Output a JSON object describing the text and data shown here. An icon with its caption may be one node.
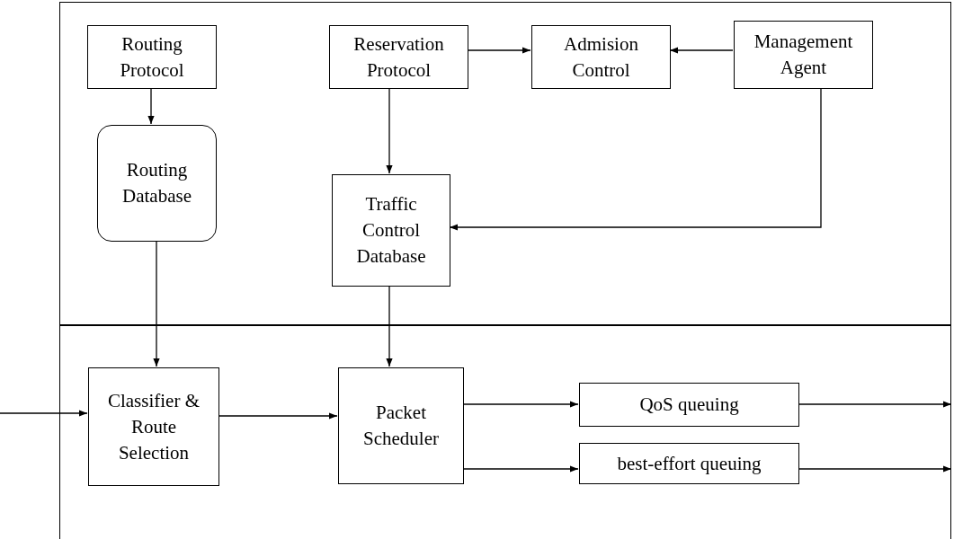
{
  "diagram": {
    "nodes": [
      {
        "text": [],
        "shape": "box"
      },
      {
        "text": [
          "Routing Protocol"
        ],
        "in": 0
      },
      {
        "text": [
          "Routing Database"
        ],
        "in": 0
      },
      {
        "text": [
          "Reservation Protocol"
        ],
        "in": 0
      },
      {
        "text": [
          "Admision Control"
        ],
        "in": 0
      },
      {
        "text": [
          "Management Agent"
        ],
        "in": 0
      },
      {
        "text": [
          "Traffic Control Database"
        ],
        "in": 0
      },
      {
        "text": [],
        "shape": "box"
      },
      {
        "text": [
          "Classifier & Route Selection"
        ],
        "in": 7
      },
      {
        "text": [
          "Packet Scheduler"
        ],
        "in": 7
      },
      {
        "text": [
          "QoS queuing"
        ],
        "in": 7
      },
      {
        "text": [
          "best-effort queuing"
        ],
        "in": 7
      }
    ],
    "edges": [
      {
        "from": 1,
        "to": 2,
        "arrow": "to"
      },
      {
        "from": 2,
        "to": 8,
        "arrow": "to"
      },
      {
        "from": 3,
        "to": 4,
        "arrow": "to"
      },
      {
        "from": 5,
        "to": 4,
        "arrow": "to"
      },
      {
        "from": 3,
        "to": 6,
        "arrow": "to"
      },
      {
        "from": 5,
        "to": 6,
        "arrow": "to"
      },
      {
        "from": 6,
        "to": 9,
        "arrow": "to"
      },
      {
        "from": null,
        "to": 8,
        "arrow": "to"
      },
      {
        "from": 8,
        "to": 9,
        "arrow": "to"
      },
      {
        "from": 9,
        "to": 10,
        "arrow": "to"
      },
      {
        "from": 9,
        "to": 11,
        "arrow": "to"
      },
      {
        "from": 10,
        "to": null,
        "arrow": "to"
      },
      {
        "from": 11,
        "to": null,
        "arrow": "to"
      }
    ]
  }
}
